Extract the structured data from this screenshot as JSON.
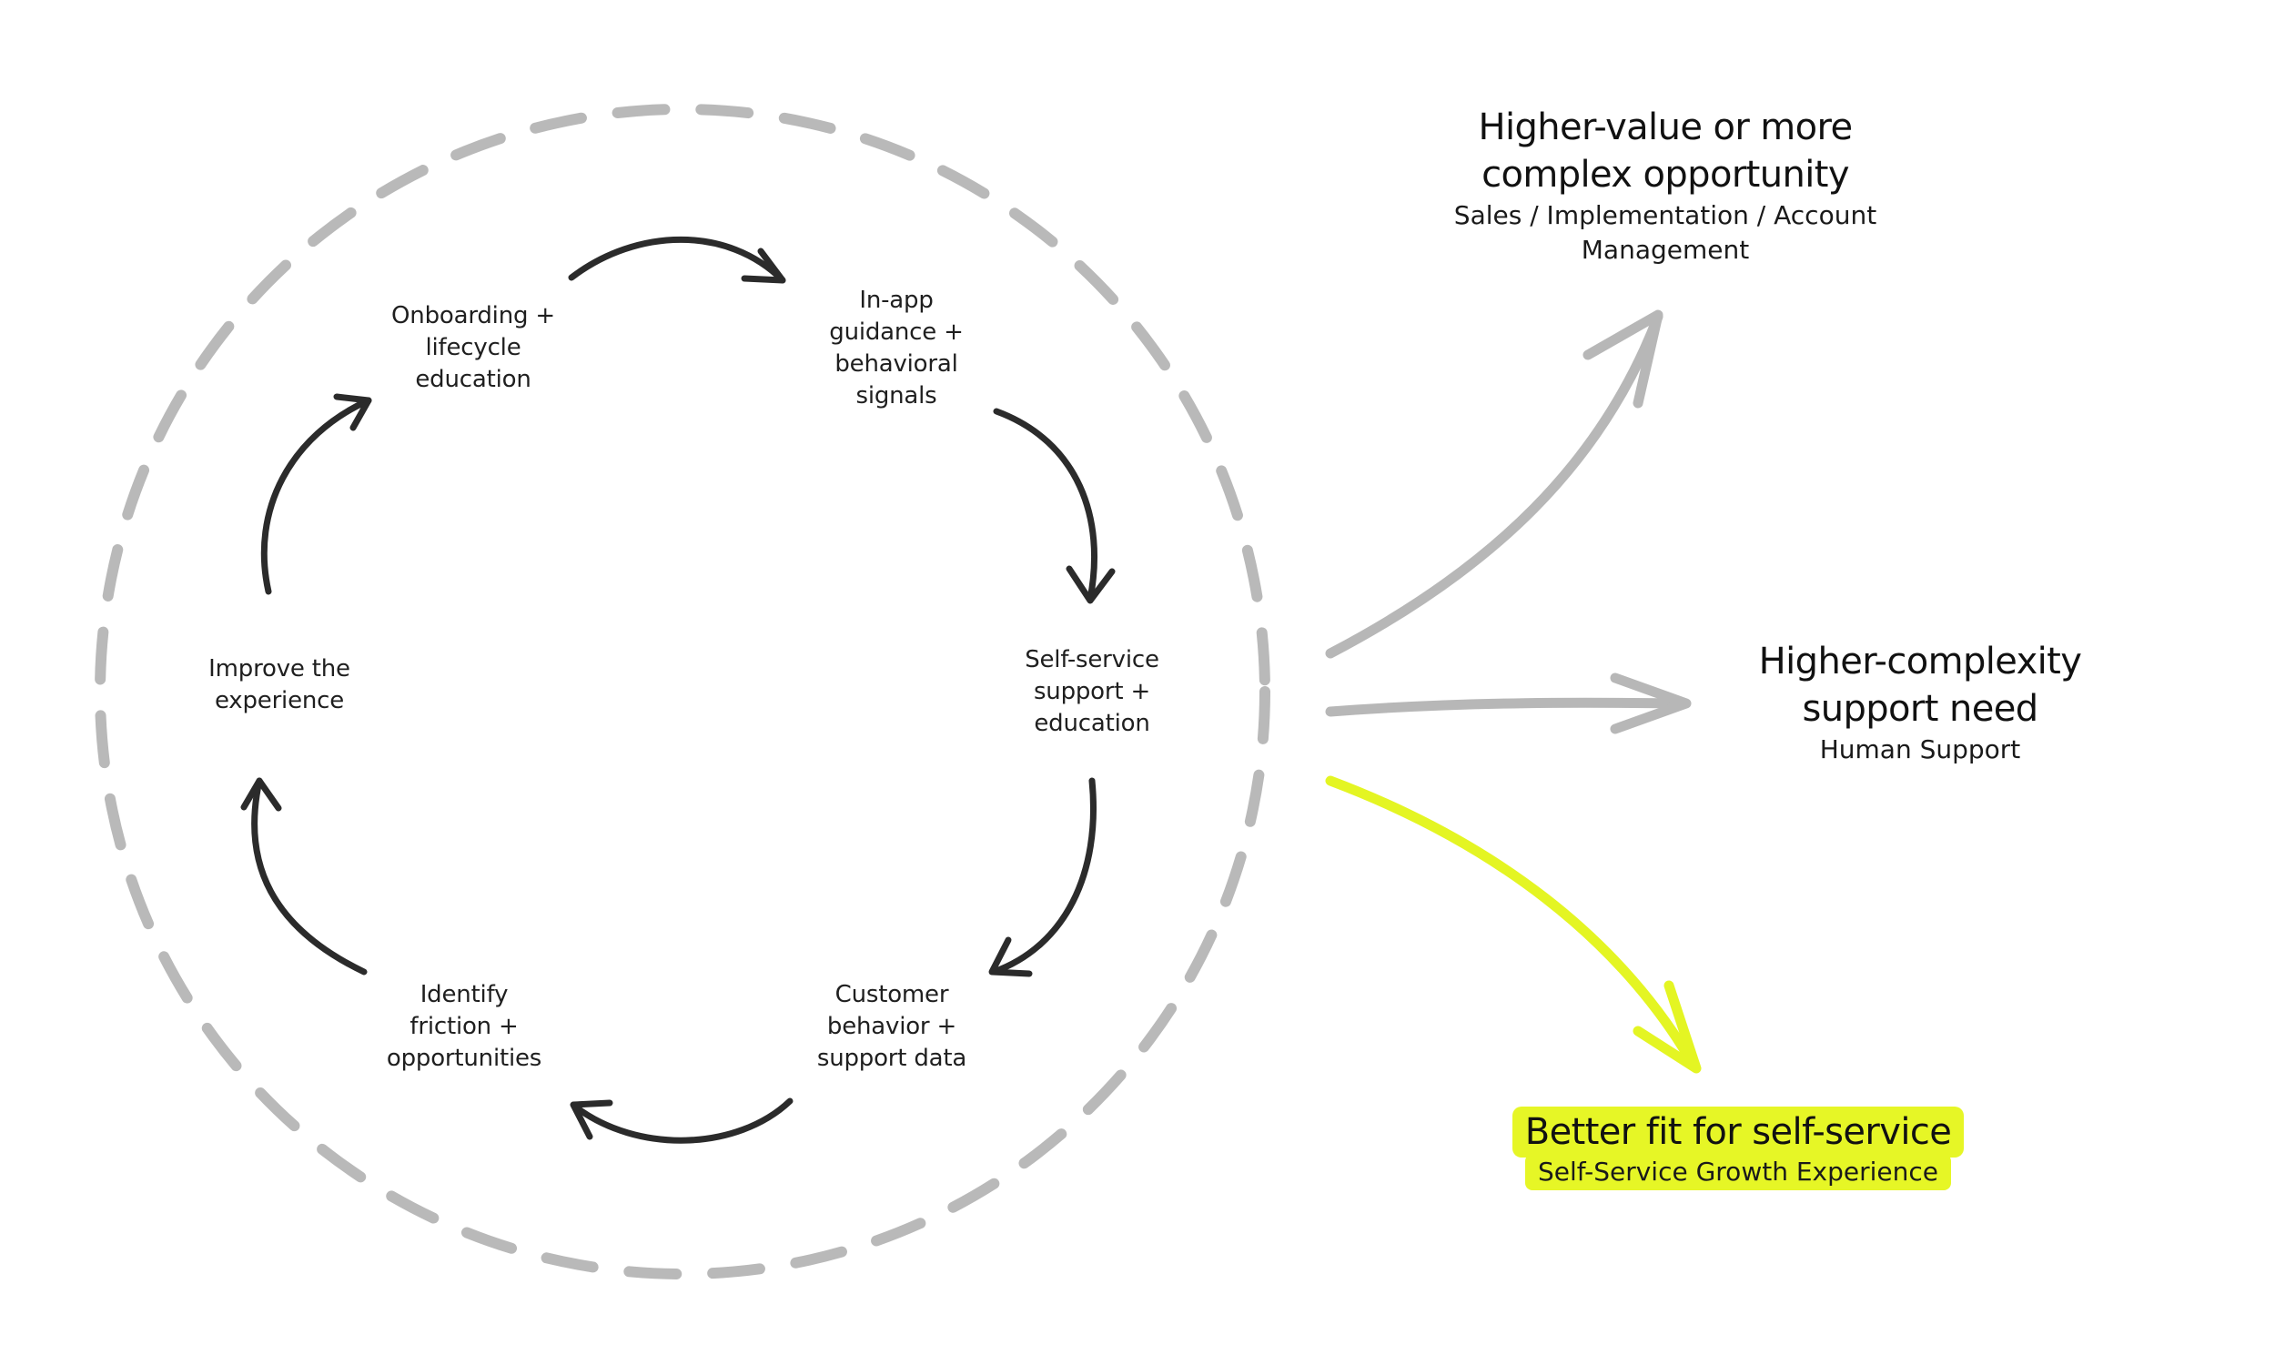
{
  "cycle": {
    "nodes": [
      {
        "id": "onboarding",
        "label": "Onboarding + lifecycle education",
        "lines": [
          "Onboarding +",
          "lifecycle",
          "education"
        ]
      },
      {
        "id": "in-app-guidance",
        "label": "In-app guidance + behavioral signals",
        "lines": [
          "In-app",
          "guidance +",
          "behavioral",
          "signals"
        ]
      },
      {
        "id": "self-service-support",
        "label": "Self-service support + education",
        "lines": [
          "Self-service",
          "support +",
          "education"
        ]
      },
      {
        "id": "customer-behavior",
        "label": "Customer behavior + support data",
        "lines": [
          "Customer",
          "behavior +",
          "support data"
        ]
      },
      {
        "id": "identify-friction",
        "label": "Identify friction + opportunities",
        "lines": [
          "Identify",
          "friction +",
          "opportunities"
        ]
      },
      {
        "id": "improve-experience",
        "label": "Improve the experience",
        "lines": [
          "Improve the",
          "experience"
        ]
      }
    ],
    "edges": [
      {
        "from": "onboarding",
        "to": "in-app-guidance"
      },
      {
        "from": "in-app-guidance",
        "to": "self-service-support"
      },
      {
        "from": "self-service-support",
        "to": "customer-behavior"
      },
      {
        "from": "customer-behavior",
        "to": "identify-friction"
      },
      {
        "from": "identify-friction",
        "to": "improve-experience"
      },
      {
        "from": "improve-experience",
        "to": "onboarding"
      }
    ]
  },
  "outcomes": [
    {
      "id": "higher-value",
      "title_lines": [
        "Higher-value or more",
        "complex opportunity"
      ],
      "subtitle_lines": [
        "Sales / Implementation / Account",
        "Management"
      ],
      "highlighted": false
    },
    {
      "id": "higher-complexity",
      "title_lines": [
        "Higher-complexity",
        "support need"
      ],
      "subtitle_lines": [
        "Human Support"
      ],
      "highlighted": false
    },
    {
      "id": "self-service-fit",
      "title_lines": [
        "Better fit for self-service"
      ],
      "subtitle_lines": [
        "Self-Service Growth Experience"
      ],
      "highlighted": true
    }
  ],
  "colors": {
    "cycle_arrow": "#2b2b2b",
    "dashed_ring": "#b9b9b9",
    "outcome_arrow": "#b7b7b7",
    "highlight": "#e6f626",
    "highlight_arrow": "#e4f523"
  }
}
